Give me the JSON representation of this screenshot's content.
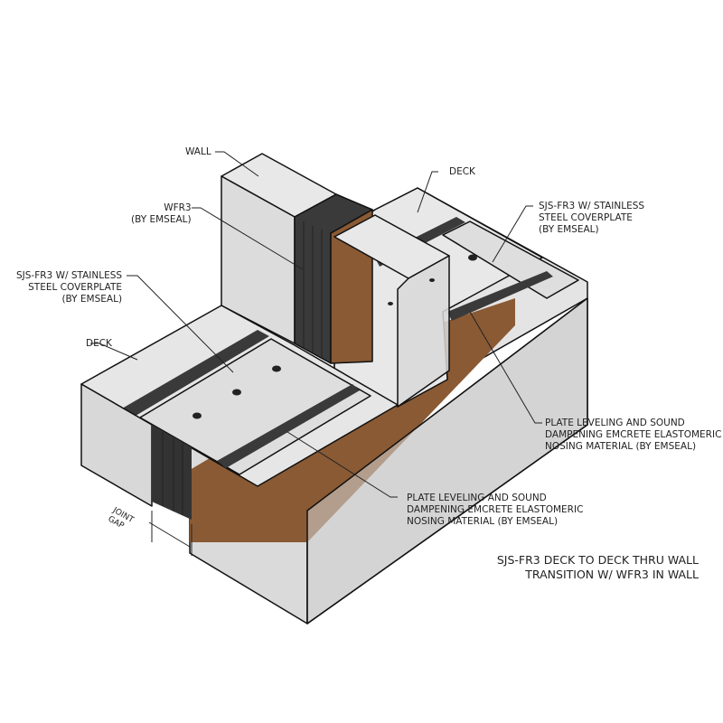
{
  "labels": {
    "wall": "WALL",
    "deck_right": "DECK",
    "wfr3": [
      "WFR3",
      "(BY EMSEAL)"
    ],
    "sjs_left": [
      "SJS-FR3 W/ STAINLESS",
      "STEEL COVERPLATE",
      "(BY EMSEAL)"
    ],
    "sjs_right": [
      "SJS-FR3 W/ STAINLESS",
      "STEEL COVERPLATE",
      "(BY EMSEAL)"
    ],
    "deck_left": "DECK",
    "nosing_right": [
      "PLATE LEVELING AND SOUND",
      "DAMPENING EMCRETE ELASTOMERIC",
      "NOSING MATERIAL (BY EMSEAL)"
    ],
    "nosing_left": [
      "PLATE LEVELING AND SOUND",
      "DAMPENING EMCRETE ELASTOMERIC",
      "NOSING MATERIAL (BY EMSEAL)"
    ],
    "joint_gap": [
      "JOINT",
      "GAP"
    ]
  },
  "title": [
    "SJS-FR3 DECK TO DECK THRU WALL",
    "TRANSITION W/ WFR3 IN WALL"
  ],
  "colors": {
    "concrete_top": "#e6e6e6",
    "concrete_side": "#d4d4d4",
    "concrete_dark": "#c4c4c4",
    "seal": "#3a3a3a",
    "fire_barrier": "#8a5a34",
    "plate": "#dcdcdc"
  }
}
